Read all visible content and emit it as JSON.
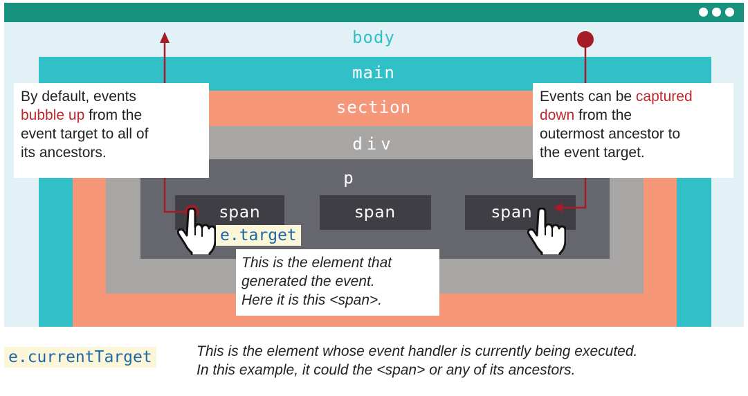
{
  "elements": {
    "body": "body",
    "main": "main",
    "section": "section",
    "div": "div",
    "p": "p",
    "span1": "span",
    "span2": "span",
    "span3": "span"
  },
  "left_callout": {
    "line1": "By default, events",
    "highlight": "bubble up",
    "line2_rest": " from the",
    "line3": "event target to all of",
    "line4": "its ancestors."
  },
  "right_callout": {
    "line1_start": "Events can be ",
    "highlight1": "captured",
    "highlight2": "down",
    "line2_rest": " from the",
    "line3": "outermost ancestor to",
    "line4": "the event target."
  },
  "target": {
    "code": "e.target",
    "note_line1": "This is the element that",
    "note_line2": "generated the event.",
    "note_line3": "Here it is this <span>."
  },
  "current_target": {
    "code": "e.currentTarget",
    "note_line1": "This is the element whose event handler is currently being executed.",
    "note_line2": "In this example, it could the <span> or any of its ancestors."
  },
  "colors": {
    "titlebar": "#17927f",
    "browser_bg": "#e1f1f6",
    "main": "#31bfc8",
    "section": "#f6977a",
    "div": "#a8a6a5",
    "p": "#66666e",
    "span": "#3f3e44",
    "arrow": "#a51c28"
  },
  "icons": [
    "more-dots-icon",
    "pointing-hand-icon"
  ]
}
